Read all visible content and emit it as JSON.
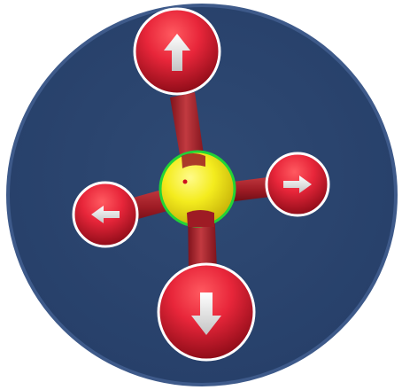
{
  "widget": {
    "type": "navigation-gizmo",
    "colors": {
      "disc": "#2c446c",
      "disc_edge": "#3e5a8a",
      "ball": "#e8263a",
      "ball_dark": "#a30e1c",
      "arm": "#9e1b24",
      "arm_light": "#c23a40",
      "center": "#f4ec1e",
      "center_outline": "#22d436",
      "arrow": "#d8d8d8",
      "ring": "#ffffff"
    },
    "handles": [
      {
        "name": "up-handle",
        "direction": "up",
        "icon": "arrow-up-icon"
      },
      {
        "name": "down-handle",
        "direction": "down",
        "icon": "arrow-down-icon"
      },
      {
        "name": "left-handle",
        "direction": "left",
        "icon": "arrow-left-icon"
      },
      {
        "name": "right-handle",
        "direction": "right",
        "icon": "arrow-right-icon"
      }
    ],
    "center_marker": "center-dot"
  }
}
